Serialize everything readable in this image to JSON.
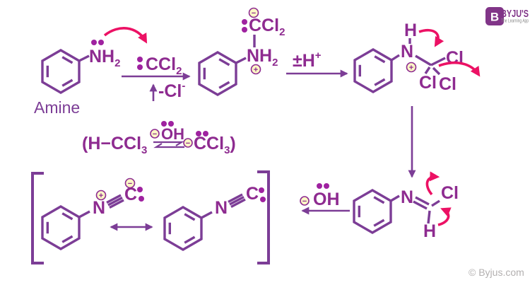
{
  "colors": {
    "structure_purple": "#7C3D96",
    "label_magenta": "#8E2B90",
    "electron_dot": "#9F22A0",
    "arrow_pink": "#EC1164",
    "charge_fill": "#FBF7C5",
    "brand_purple": "#813588",
    "footer_gray": "#B3B0B0"
  },
  "logo": {
    "initial": "B",
    "brand": "BYJU'S",
    "tagline": "The Learning App"
  },
  "footer": {
    "copyright": "© Byjus.com"
  },
  "labels": {
    "amine": "Amine",
    "nh2": {
      "main": "NH",
      "sub": "2"
    },
    "ccl2": {
      "main": "CCl",
      "sub": "2"
    },
    "minus_cl": {
      "main": "-Cl",
      "sup": "-"
    },
    "pm_h": {
      "main": "±H",
      "sup": "+"
    },
    "h": "H",
    "n": "N",
    "c": "C",
    "cl": "Cl",
    "oh": "OH",
    "equil_left": {
      "main": "(H−CCl",
      "sub": "3"
    },
    "equil_right": {
      "main": "CCl",
      "sub": "3",
      "close": ")"
    },
    "plus": "+",
    "minus": "−"
  }
}
